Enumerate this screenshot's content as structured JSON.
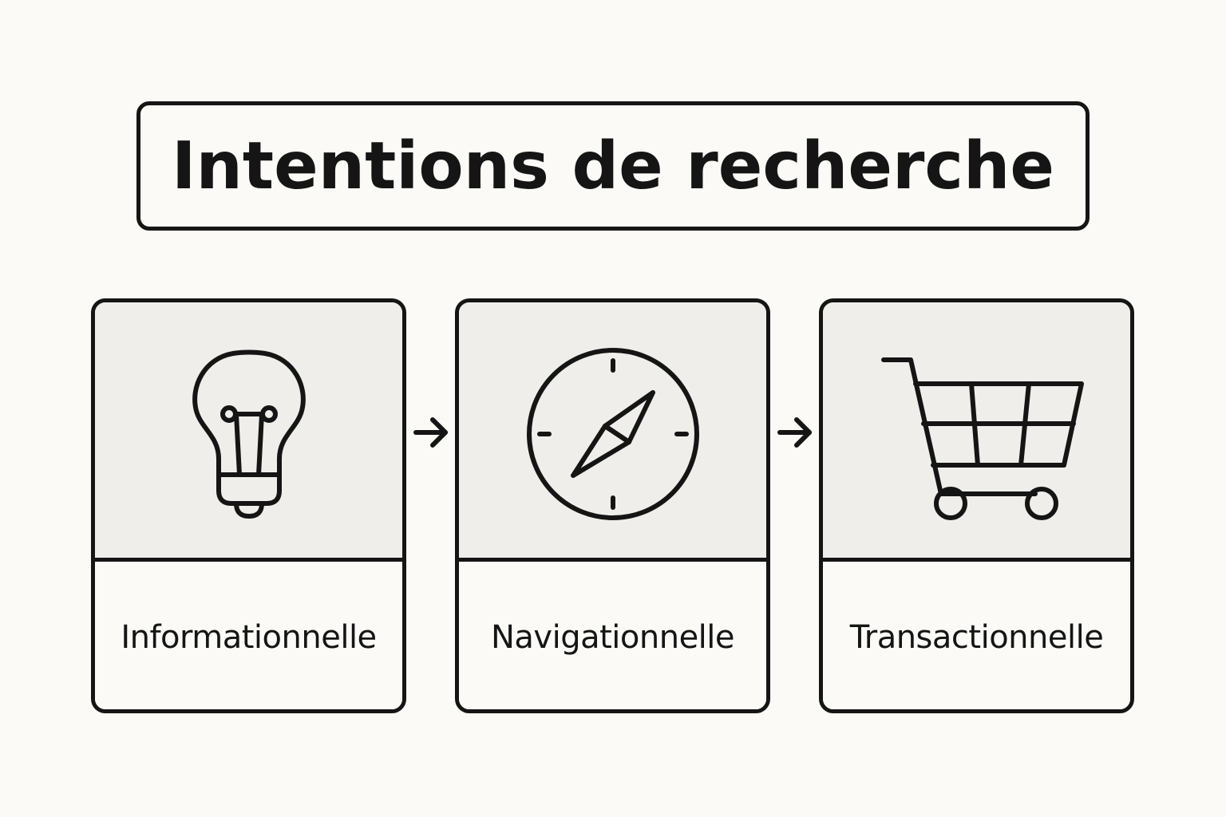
{
  "title": "Intentions de recherche",
  "cards": [
    {
      "label": "Informationnelle",
      "icon": "lightbulb-icon"
    },
    {
      "label": "Navigationnelle",
      "icon": "compass-icon"
    },
    {
      "label": "Transactionnelle",
      "icon": "shopping-cart-icon"
    }
  ],
  "arrows": [
    "arrow-right-icon",
    "arrow-right-icon"
  ],
  "colors": {
    "background": "#fbfaf6",
    "stroke": "#151515",
    "icon_panel": "#efeeeb"
  }
}
